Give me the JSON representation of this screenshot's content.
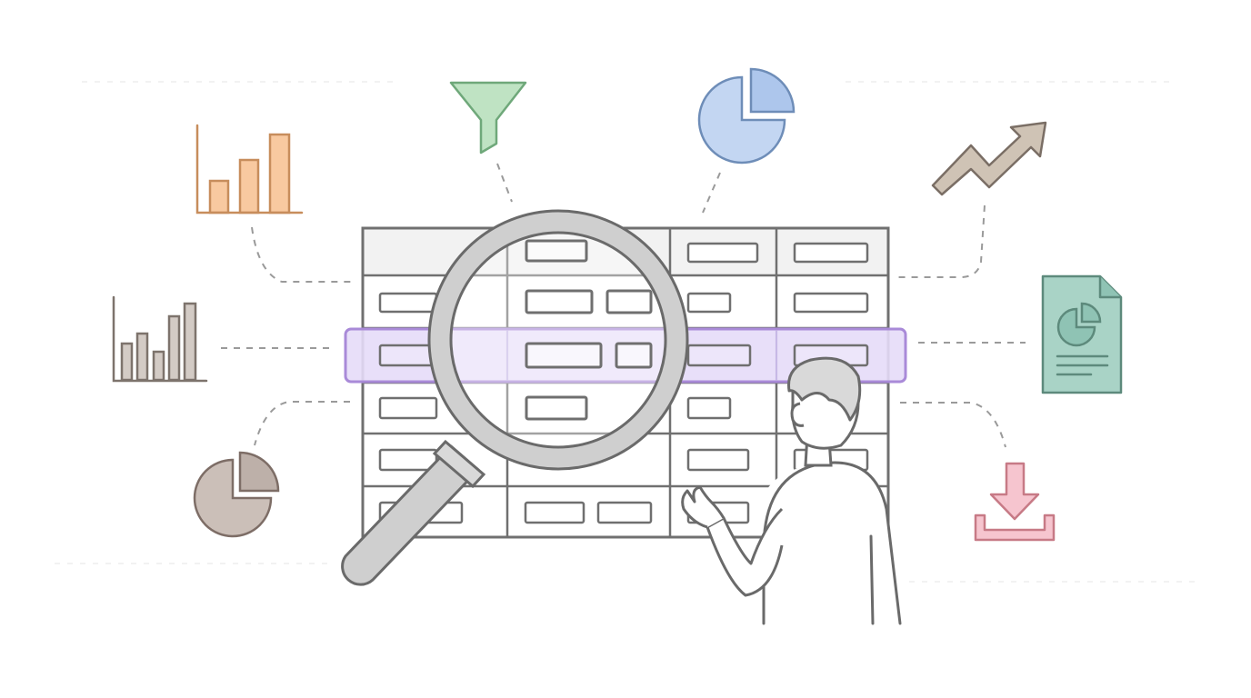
{
  "illustration": {
    "table": {
      "columns": 4,
      "rows": 6,
      "highlighted_row": 3
    },
    "icons": [
      "orange-bar-chart-icon",
      "gray-bar-chart-icon",
      "brown-pie-chart-icon",
      "green-funnel-icon",
      "blue-pie-chart-icon",
      "upward-trend-arrow-icon",
      "green-report-document-icon",
      "pink-download-icon",
      "magnifying-glass-icon",
      "person-figure"
    ],
    "colors": {
      "line": "#5e5e5e",
      "highlight_fill": "#e6dcf8",
      "highlight_stroke": "#a98ad8",
      "orange": "#f8c9a0",
      "orange_stroke": "#c78d5c",
      "gray_bars": "#d3cbc5",
      "brown_pie": "#cbbfb8",
      "funnel": "#bfe3c3",
      "blue_pie": "#c3d6f2",
      "trend_arrow": "#cfc3b5",
      "document": "#a9d3c6",
      "download": "#f6c5cf",
      "lens_frame": "#cfcfcf"
    }
  }
}
